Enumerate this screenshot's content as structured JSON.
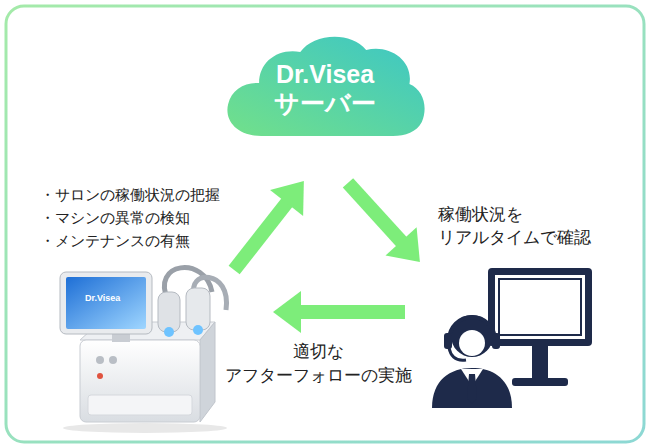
{
  "diagram": {
    "nodes": [
      {
        "text": [
          "Dr.Visea サーバー"
        ]
      },
      {
        "text": [
          "Dr.Visea"
        ]
      },
      {
        "text": [
          "稼働状況を リアルタイムで確認"
        ]
      }
    ],
    "edges": [
      {
        "from": 1,
        "to": 0,
        "arrow": "to"
      },
      {
        "from": 0,
        "to": 2,
        "arrow": "to"
      },
      {
        "from": 2,
        "to": 1,
        "label": "適切な アフターフォローの実施",
        "arrow": "to"
      }
    ],
    "labels": [
      "・サロンの稼働状況の把握",
      "・マシンの異常の検知",
      "・メンテナンスの有無"
    ]
  }
}
